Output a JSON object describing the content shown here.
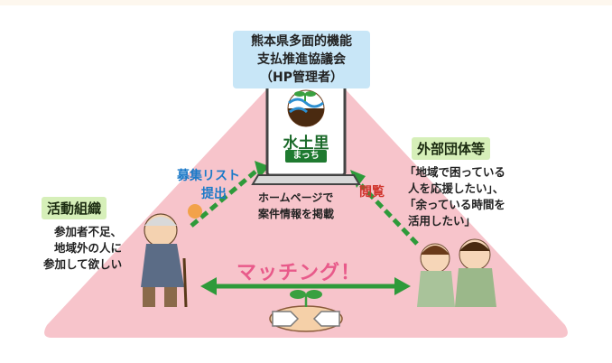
{
  "top_box": {
    "lines": [
      "熊本県多面的機能",
      "支払推進協議会",
      "（HP管理者）"
    ]
  },
  "logo": {
    "name": "水土里",
    "sub": "まっち"
  },
  "laptop_caption": [
    "ホームページで",
    "案件情報を掲載"
  ],
  "left_arrow_label": [
    "募集リスト",
    "提出"
  ],
  "right_arrow_label": "閲覧",
  "left_group": {
    "title": "活動組織",
    "lines": [
      "参加者不足、",
      "地域外の人に",
      "参加して欲しい"
    ]
  },
  "right_group": {
    "title": "外部団体等",
    "lines": [
      "「地域で困っている",
      "人を応援したい」、",
      "「余っている時間を",
      "活用したい」"
    ]
  },
  "center_label": "マッチング！",
  "colors": {
    "triangle": "#f7c4cb",
    "green": "#2e9a3a",
    "blue_box": "#c8e6f7",
    "label_bg": "#d6efb9",
    "pink_text": "#e85a8a"
  }
}
